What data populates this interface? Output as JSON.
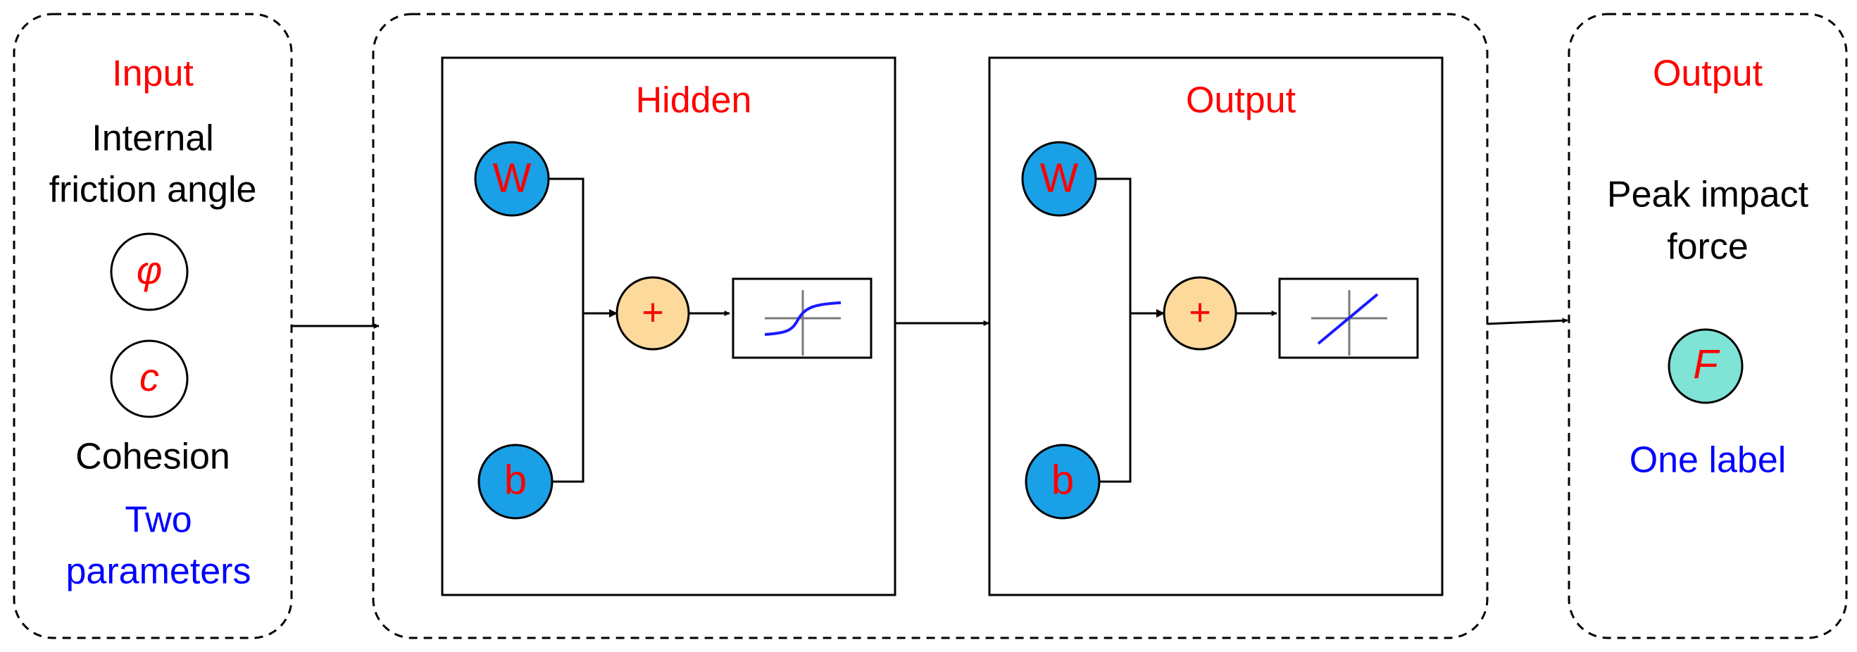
{
  "input_panel": {
    "title": "Input",
    "param1_line1": "Internal",
    "param1_line2": "friction angle",
    "symbol_phi": "φ",
    "symbol_c": "c",
    "param2": "Cohesion",
    "summary_line1": "Two",
    "summary_line2": "parameters"
  },
  "hidden_layer": {
    "title": "Hidden",
    "weight": "W",
    "bias": "b",
    "sum": "+",
    "activation_icon": "sigmoid-icon"
  },
  "output_layer": {
    "title": "Output",
    "weight": "W",
    "bias": "b",
    "sum": "+",
    "activation_icon": "linear-icon"
  },
  "output_panel": {
    "title": "Output",
    "label_line1": "Peak impact",
    "label_line2": "force",
    "symbol": "F",
    "summary": "One label"
  },
  "colors": {
    "title_red": "#ff0000",
    "summary_blue": "#0000ff",
    "weight_fill": "#1aa0e6",
    "sum_fill": "#fdd99b",
    "output_fill": "#7fe3d5",
    "activation_curve": "#1a1aff"
  }
}
